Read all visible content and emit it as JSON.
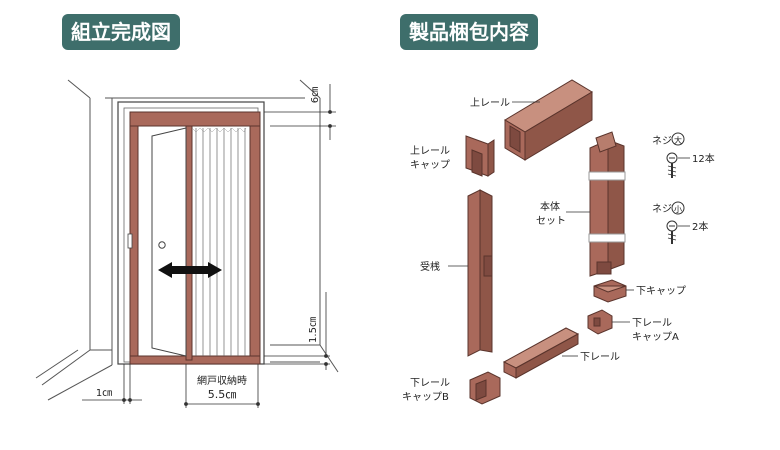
{
  "left_panel": {
    "title": "組立完成図",
    "dim_top": "6㎝",
    "dim_bottom_right": "1.5㎝",
    "dim_left_gap": "1㎝",
    "storage_label": "網戸収納時",
    "storage_dim": "5.5㎝"
  },
  "right_panel": {
    "title": "製品梱包内容",
    "parts": {
      "upper_rail": "上レール",
      "upper_rail_cap_line1": "上レール",
      "upper_rail_cap_line2": "キャップ",
      "receiver": "受桟",
      "body_set_line1": "本体",
      "body_set_line2": "セット",
      "screw_large_label": "ネジ",
      "screw_large_mark": "大",
      "screw_large_qty": "12本",
      "screw_small_label": "ネジ",
      "screw_small_mark": "小",
      "screw_small_qty": "2本",
      "lower_cap": "下キャップ",
      "lower_rail_cap_a_line1": "下レール",
      "lower_rail_cap_a_line2": "キャップA",
      "lower_rail": "下レール",
      "lower_rail_cap_b_line1": "下レール",
      "lower_rail_cap_b_line2": "キャップB"
    }
  },
  "colors": {
    "badge_bg": "#3e6e6b",
    "wood": "#a9695b",
    "wood_dark": "#7e4a40",
    "wood_light": "#c8907f"
  }
}
